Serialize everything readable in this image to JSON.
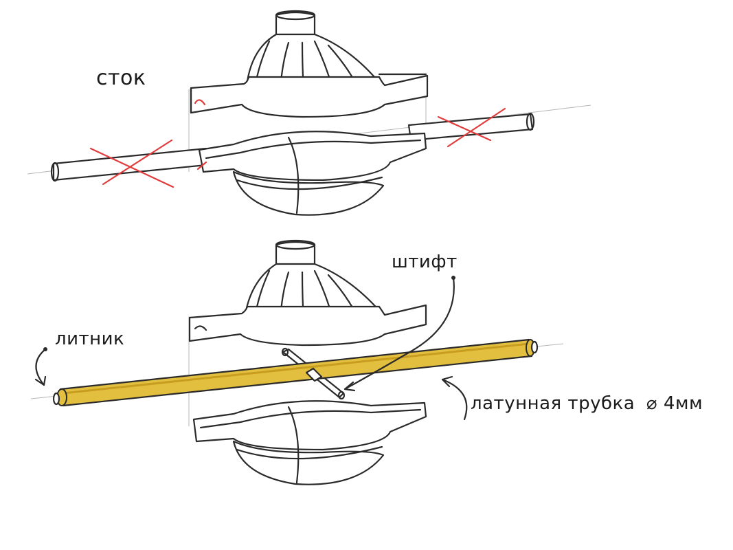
{
  "labels": {
    "drain": "сток",
    "pin": "штифт",
    "sprue": "литник",
    "brass_tube": "латунная трубка",
    "diameter_symbol": "⌀",
    "diameter_value": "4мм"
  },
  "colors": {
    "ink": "#2a2a2a",
    "cross_out": "#e23b3b",
    "brass": "#e3bf3f"
  }
}
